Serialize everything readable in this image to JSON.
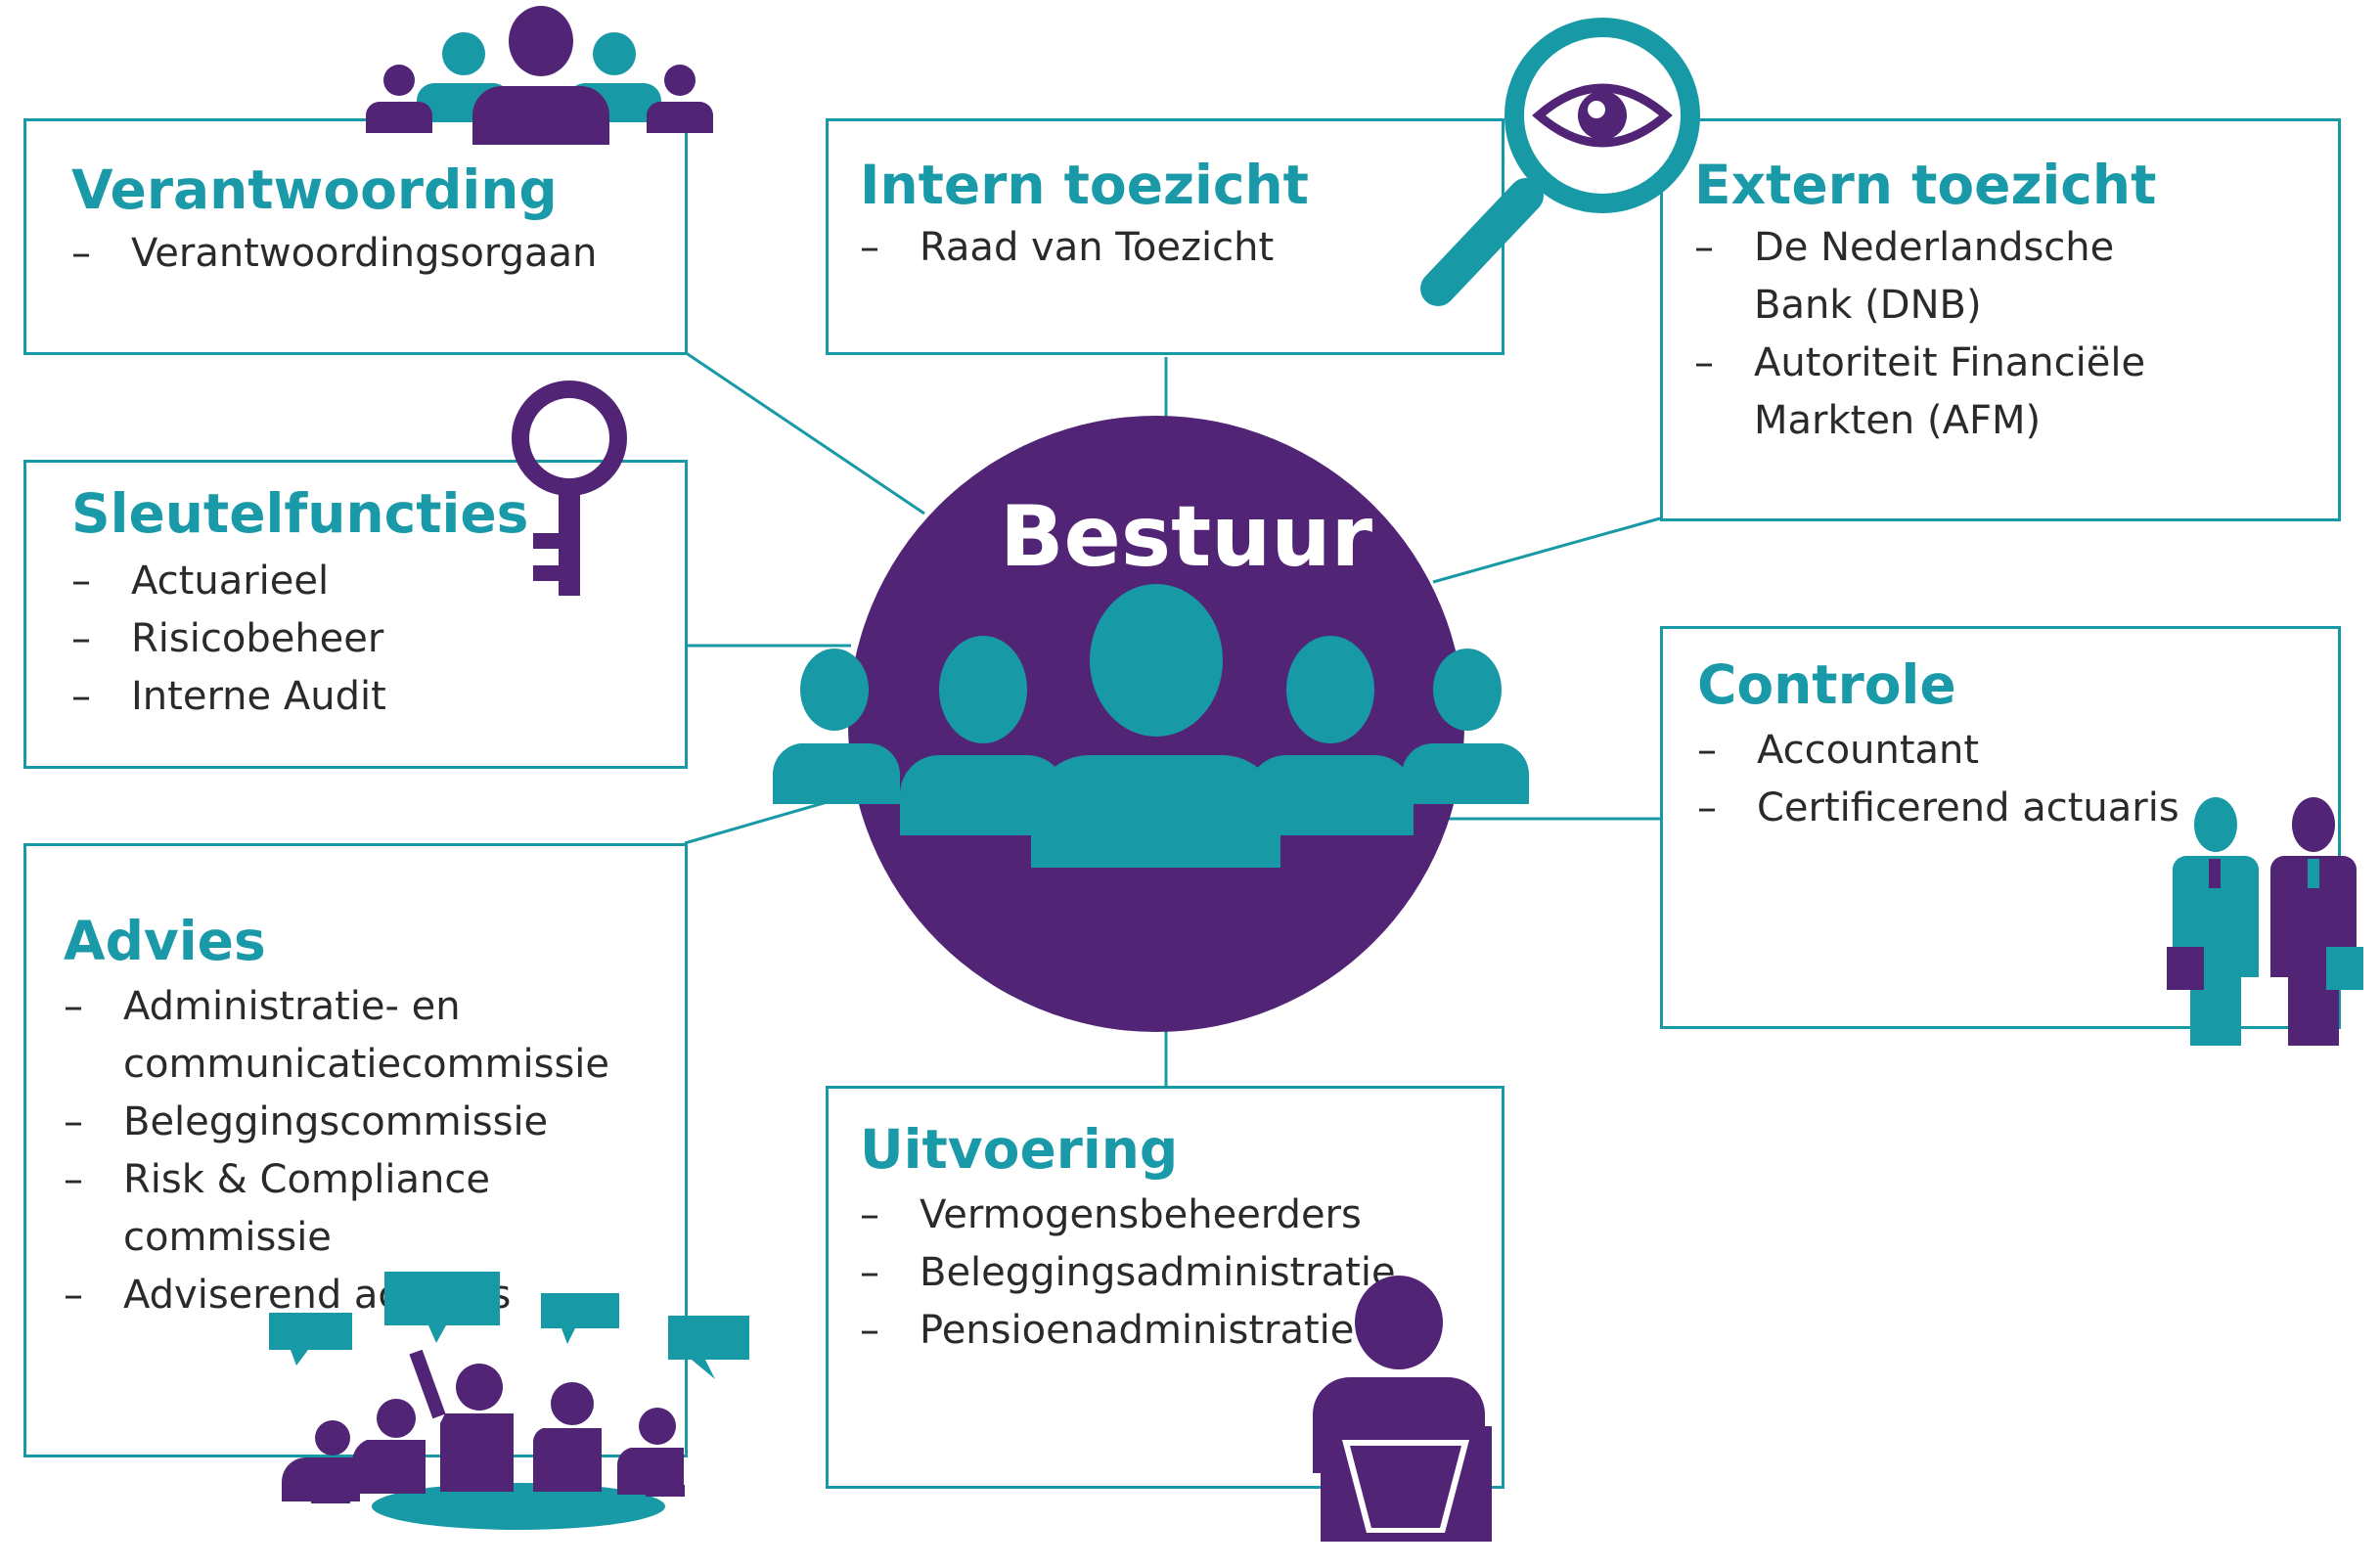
{
  "colors": {
    "teal": "#1899a6",
    "purple": "#512476",
    "text": "#2a2a2a",
    "white": "#ffffff"
  },
  "center": {
    "label": "Bestuur",
    "icon": "board-group-icon"
  },
  "boxes": {
    "verantwoording": {
      "title": "Verantwoording",
      "items": [
        "Verantwoordingsorgaan"
      ],
      "icon": "people-group-icon"
    },
    "intern_toezicht": {
      "title": "Intern toezicht",
      "items": [
        "Raad van Toezicht"
      ],
      "icon": "magnifier-eye-icon"
    },
    "extern_toezicht": {
      "title": "Extern toezicht",
      "items": [
        "De Nederlandsche Bank (DNB)",
        "Autoriteit Financiële Markten (AFM)"
      ]
    },
    "sleutelfuncties": {
      "title": "Sleutelfuncties",
      "items": [
        "Actuarieel",
        "Risicobeheer",
        "Interne Audit"
      ],
      "icon": "key-icon"
    },
    "controle": {
      "title": "Controle",
      "items": [
        "Accountant",
        "Certificerend actuaris"
      ],
      "icon": "businessmen-icon"
    },
    "advies": {
      "title": "Advies",
      "items": [
        "Administratie- en communicatiecommissie",
        "Beleggingscommissie",
        "Risk & Compliance commissie",
        "Adviserend actuaris"
      ],
      "icon": "meeting-table-icon"
    },
    "uitvoering": {
      "title": "Uitvoering",
      "items": [
        "Vermogensbeheerders",
        "Beleggingsadministratie",
        "Pensioenadministratie"
      ],
      "icon": "computer-user-icon"
    }
  }
}
